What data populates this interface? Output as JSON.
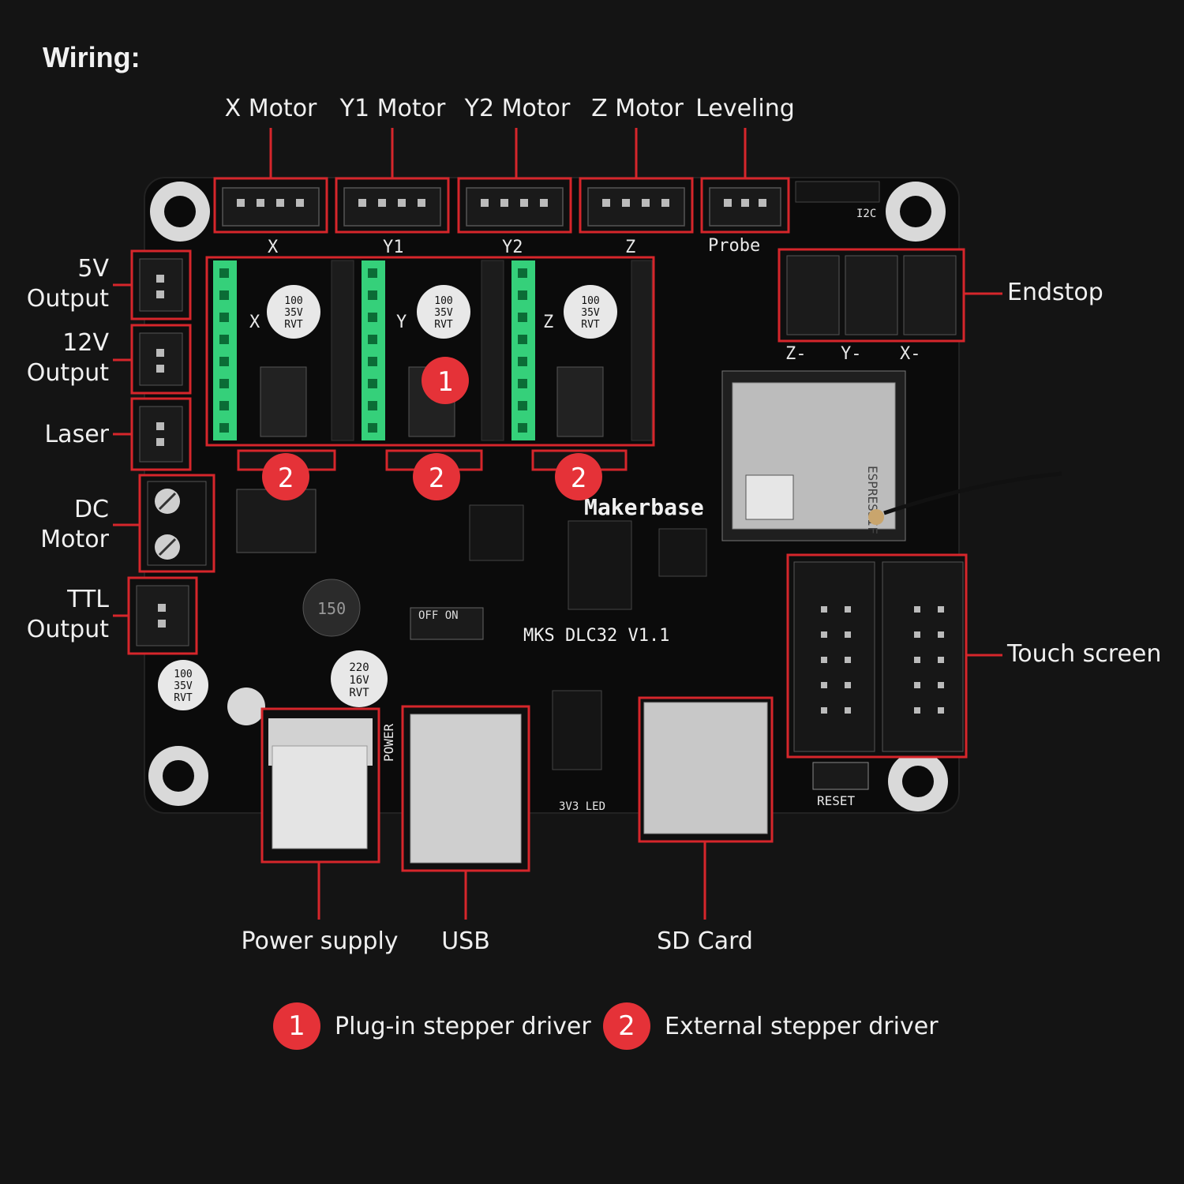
{
  "title": "Wiring:",
  "colors": {
    "callout": "#d6262b",
    "badge": "#e53238",
    "pcb": "#0d0d0d",
    "driver_green": "#35d07a"
  },
  "labels": {
    "top": [
      "X Motor",
      "Y1 Motor",
      "Y2 Motor",
      "Z Motor",
      "Leveling"
    ],
    "left": [
      {
        "line1": "5V",
        "line2": "Output"
      },
      {
        "line1": "12V",
        "line2": "Output"
      },
      {
        "line1": "Laser",
        "line2": ""
      },
      {
        "line1": "DC",
        "line2": "Motor"
      },
      {
        "line1": "TTL",
        "line2": "Output"
      }
    ],
    "endstop": "Endstop",
    "touch_screen": "Touch screen",
    "bottom": [
      "Power supply",
      "USB",
      "SD Card"
    ]
  },
  "board": {
    "silk_x": "X",
    "silk_y1": "Y1",
    "silk_y2": "Y2",
    "silk_z": "Z",
    "silk_probe": "Probe",
    "silk_i2c": "I2C",
    "silk_endstops": [
      "Z-",
      "Y-",
      "X-"
    ],
    "brand": "Makerbase",
    "model": "MKS DLC32 V1.1",
    "wifi_module": "ESPRESSIF",
    "reset": "RESET",
    "switch": "OFF  ON",
    "cap_large": [
      "100",
      "35V",
      "RVT"
    ],
    "cap_big": [
      "220",
      "16V",
      "RVT"
    ],
    "inductor": "150",
    "driver_letters": [
      "X",
      "Y",
      "Z"
    ],
    "power_silk": "POWER",
    "led_silk": "3V3 LED"
  },
  "legend": [
    {
      "num": "1",
      "text": "Plug-in stepper driver"
    },
    {
      "num": "2",
      "text": "External stepper driver"
    }
  ]
}
